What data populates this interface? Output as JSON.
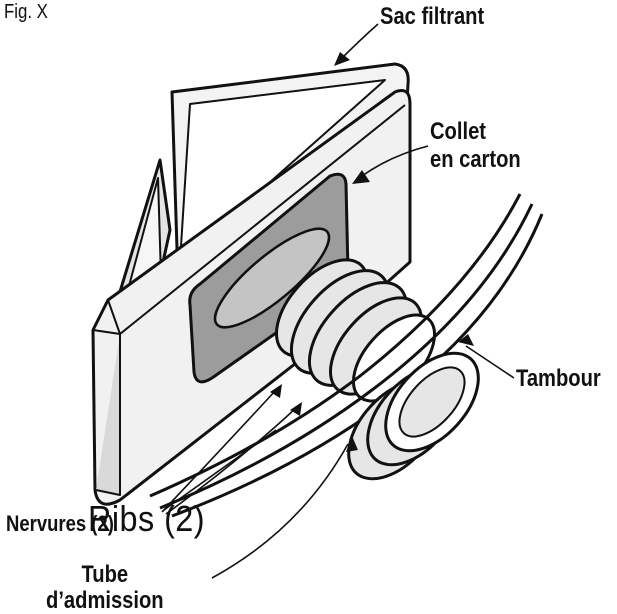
{
  "figure_label": "Fig. X",
  "labels": {
    "sac_filtrant": "Sac filtrant",
    "collet_line1": "Collet",
    "collet_line2": "en carton",
    "tambour": "Tambour",
    "ribs_overlay": "Ribs (2)",
    "nervures": "Nervures (2)",
    "tube_line1": "Tube",
    "tube_line2": "d’admission"
  },
  "colors": {
    "outline": "#111111",
    "collar_fill": "#9c9c9c",
    "collar_opening": "#c4c4c4",
    "panel_fill": "#f1f1f1",
    "panel_shade": "#d6d6d6",
    "tube_fill": "#e6e6e6"
  }
}
